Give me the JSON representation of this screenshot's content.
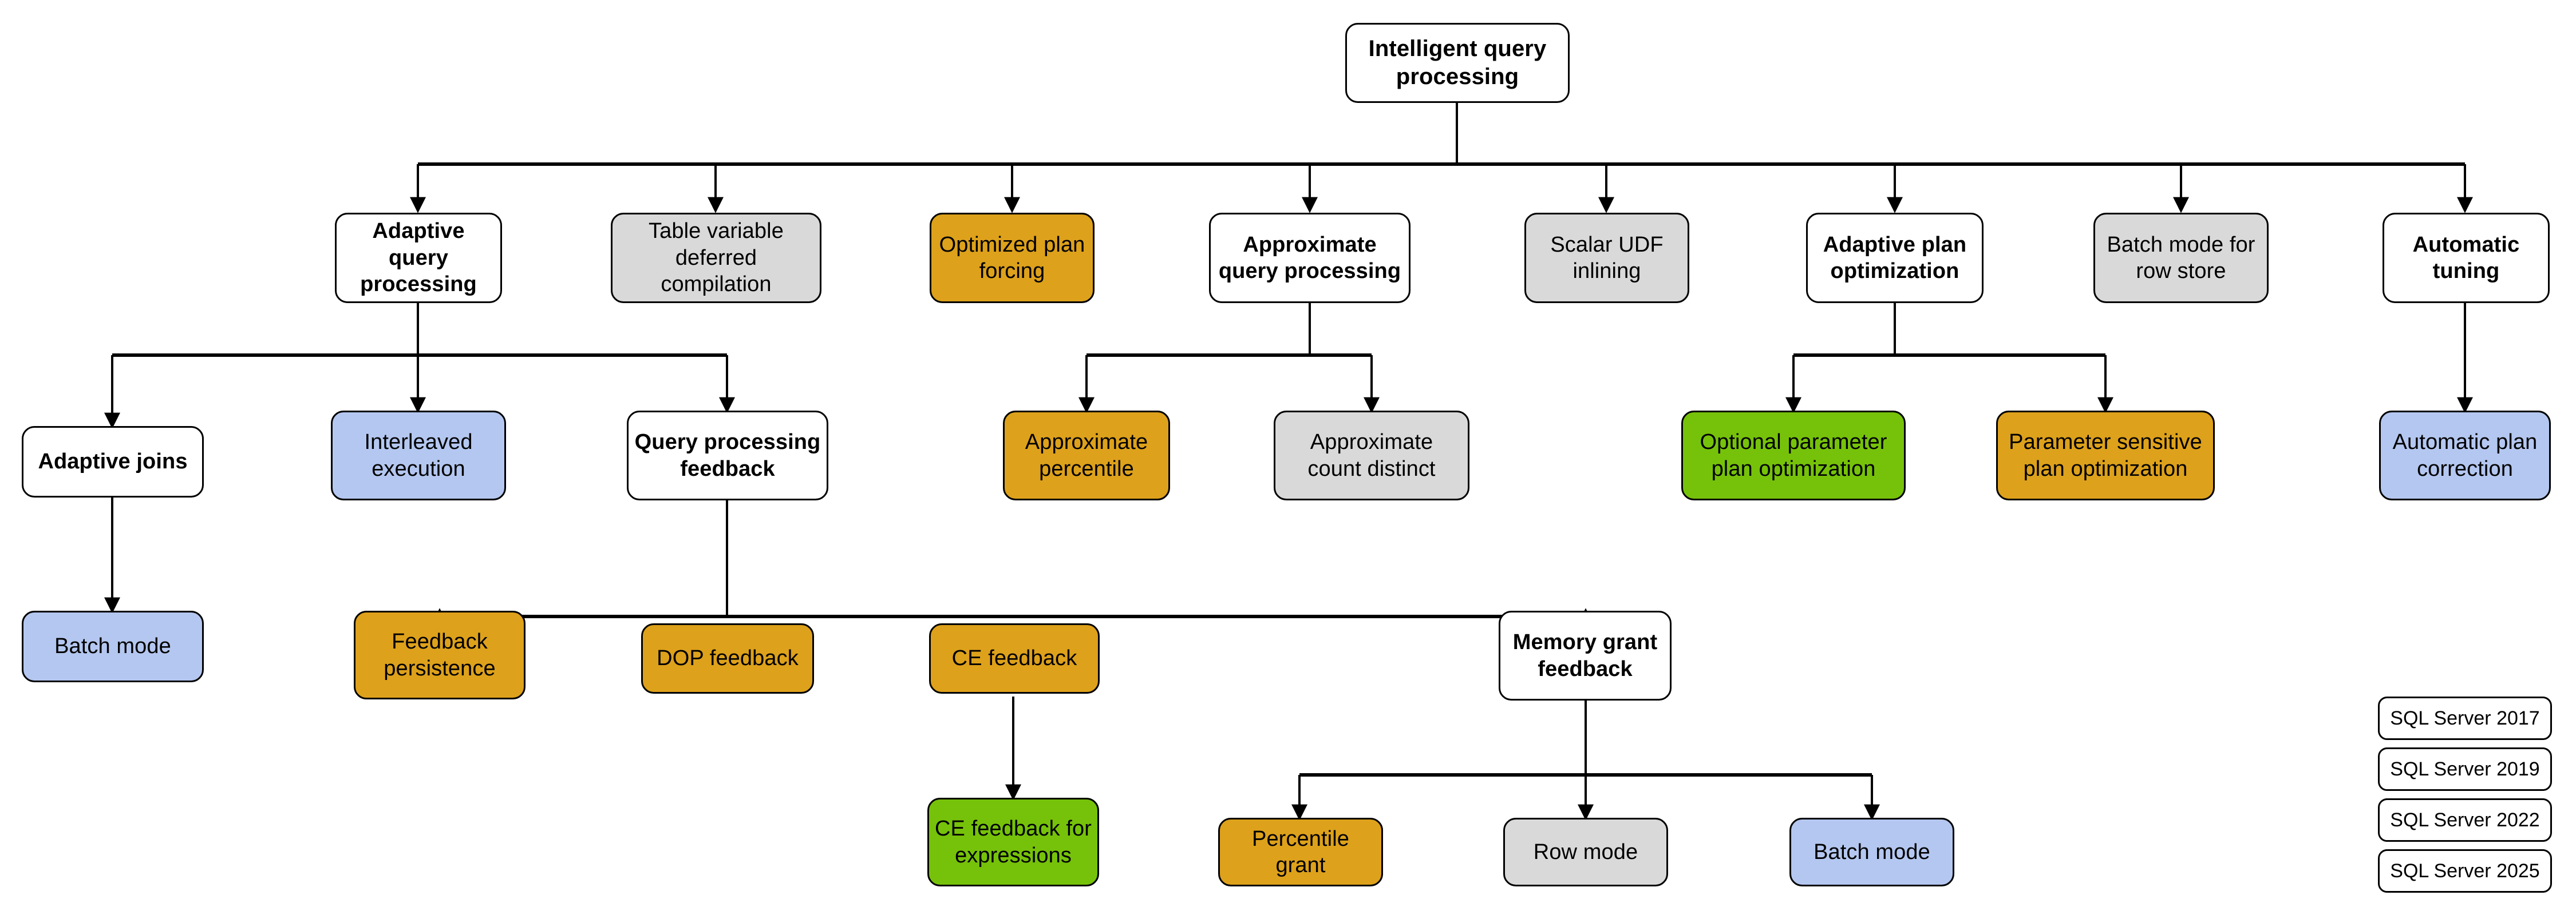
{
  "diagram": {
    "title": "Intelligent query processing",
    "palette": {
      "white": "#ffffff",
      "gray": "#d9d9d9",
      "orange": "#dda11b",
      "blue": "#b4c7f0",
      "green": "#76c20a",
      "stroke": "#000000"
    },
    "nodes": {
      "root": "Intelligent query processing",
      "adaptive_query_processing": "Adaptive query processing",
      "table_variable_deferred_compilation": "Table variable deferred compilation",
      "optimized_plan_forcing": "Optimized plan forcing",
      "approximate_query_processing": "Approximate query processing",
      "scalar_udf_inlining": "Scalar UDF inlining",
      "adaptive_plan_optimization": "Adaptive plan optimization",
      "batch_mode_for_row_store": "Batch mode for row store",
      "automatic_tuning": "Automatic tuning",
      "adaptive_joins": "Adaptive joins",
      "interleaved_execution": "Interleaved execution",
      "query_processing_feedback": "Query processing feedback",
      "approximate_percentile": "Approximate percentile",
      "approximate_count_distinct": "Approximate count distinct",
      "optional_parameter_plan_optimization": "Optional parameter plan optimization",
      "parameter_sensitive_plan_optimization": "Parameter sensitive plan optimization",
      "automatic_plan_correction": "Automatic plan correction",
      "batch_mode_adaptive_joins": "Batch mode",
      "feedback_persistence": "Feedback persistence",
      "dop_feedback": "DOP feedback",
      "ce_feedback": "CE feedback",
      "memory_grant_feedback": "Memory grant feedback",
      "ce_feedback_for_expressions": "CE feedback for expressions",
      "percentile_grant": "Percentile grant",
      "row_mode": "Row mode",
      "batch_mode_memory_grant": "Batch mode"
    },
    "legend": [
      {
        "label": "SQL Server 2017",
        "color": "#b4c7f0",
        "swatch": "blue"
      },
      {
        "label": "SQL Server 2019",
        "color": "#d9d9d9",
        "swatch": "gray"
      },
      {
        "label": "SQL Server 2022",
        "color": "#dda11b",
        "swatch": "orange"
      },
      {
        "label": "SQL Server 2025",
        "color": "#76c20a",
        "swatch": "green"
      }
    ]
  }
}
